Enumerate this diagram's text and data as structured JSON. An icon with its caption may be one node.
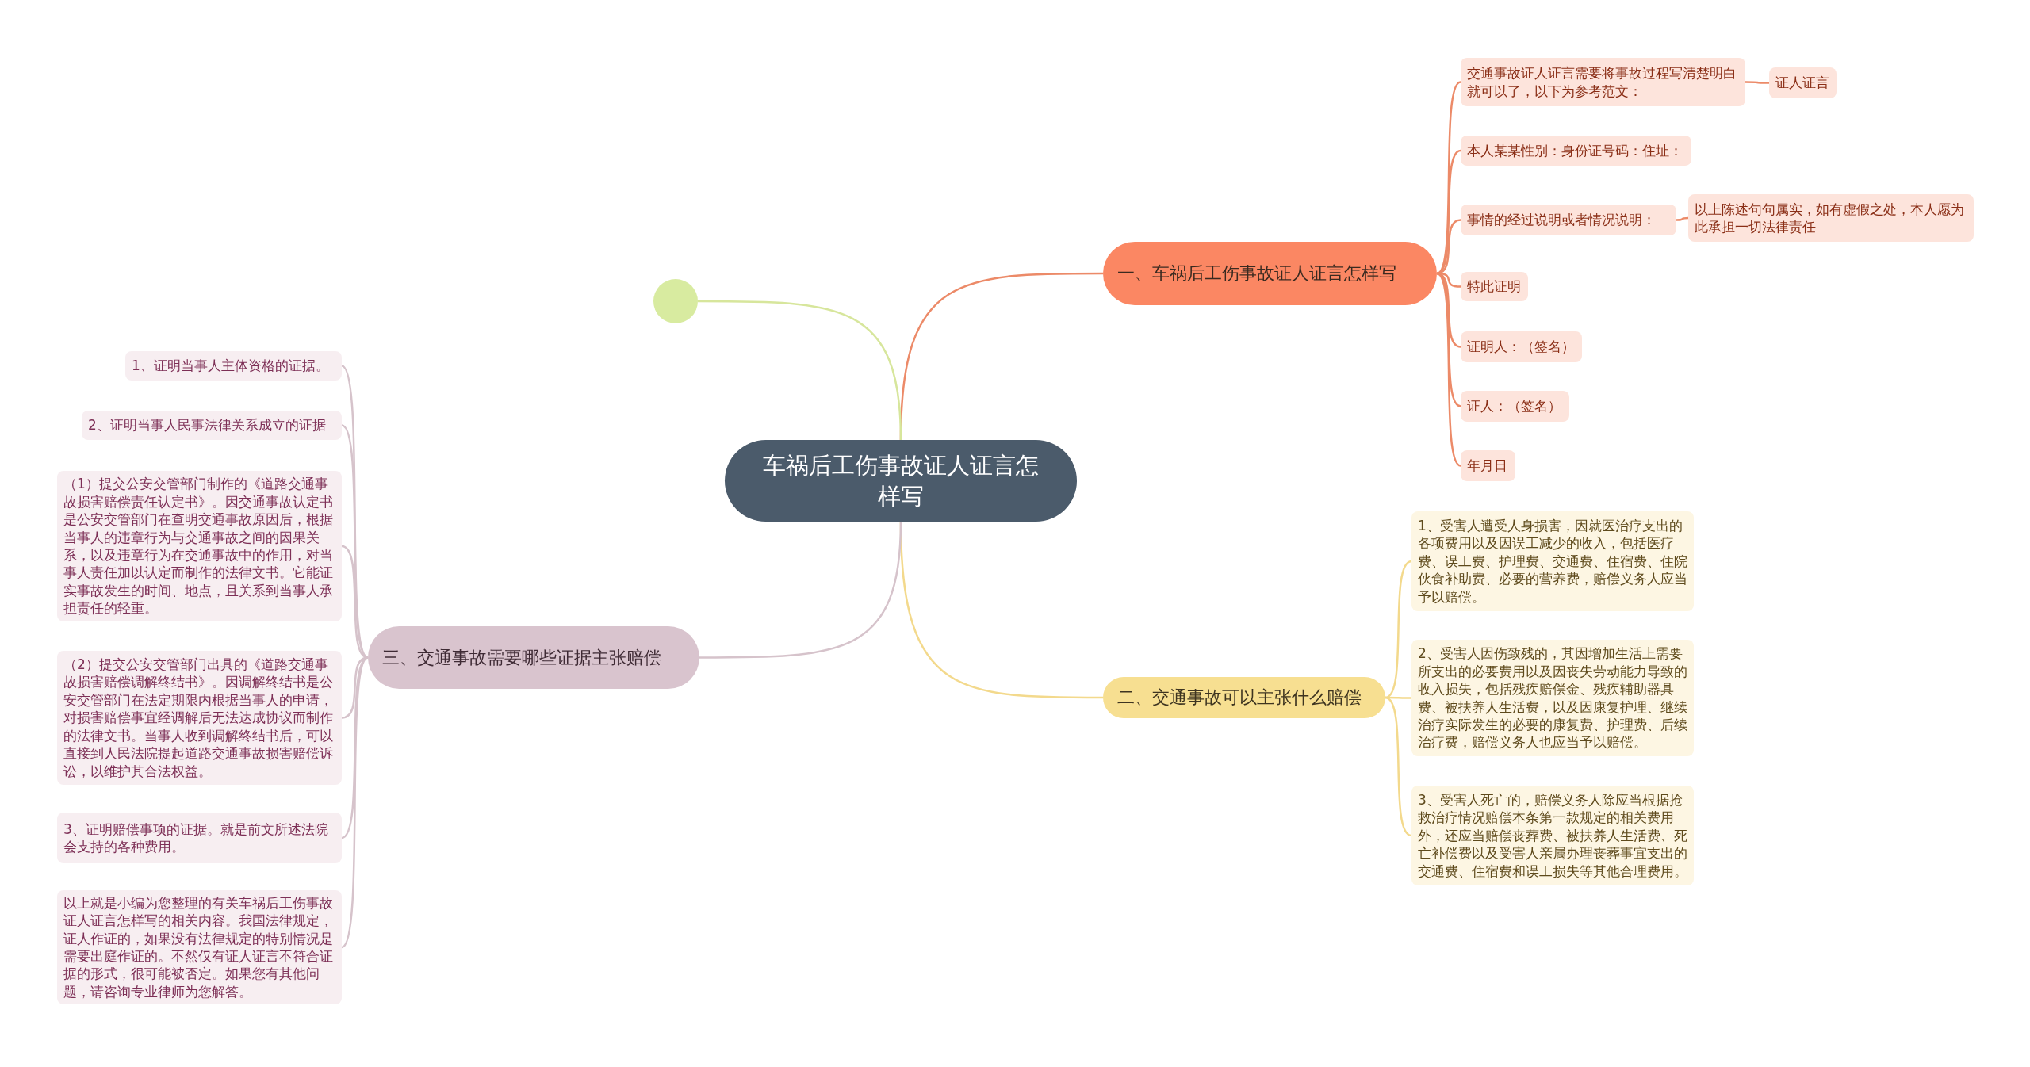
{
  "diagram": {
    "nodes": [
      {
        "text": [
          "车祸后工伤事故证人证言怎样写"
        ]
      },
      {
        "text": [
          "一、车祸后工伤事故证人证言怎样写"
        ]
      },
      {
        "text": [
          "交通事故证人证言需要将事故过程写清楚明白就可以了，以下为参考范文："
        ]
      },
      {
        "text": [
          "证人证言"
        ]
      },
      {
        "text": [
          "本人某某性别：身份证号码：住址："
        ]
      },
      {
        "text": [
          "事情的经过说明或者情况说明："
        ]
      },
      {
        "text": [
          "以上陈述句句属实，如有虚假之处，本人愿为此承担一切法律责任"
        ]
      },
      {
        "text": [
          "特此证明"
        ]
      },
      {
        "text": [
          "证明人：（签名）"
        ]
      },
      {
        "text": [
          "证人：（签名）"
        ]
      },
      {
        "text": [
          "年月日"
        ]
      },
      {
        "text": [
          "二、交通事故可以主张什么赔偿"
        ]
      },
      {
        "text": [
          "1、受害人遭受人身损害，因就医治疗支出的各项费用以及因误工减少的收入，包括医疗费、误工费、护理费、交通费、住宿费、住院伙食补助费、必要的营养费，赔偿义务人应当予以赔偿。"
        ]
      },
      {
        "text": [
          "2、受害人因伤致残的，其因增加生活上需要所支出的必要费用以及因丧失劳动能力导致的收入损失，包括残疾赔偿金、残疾辅助器具费、被扶养人生活费，以及因康复护理、继续治疗实际发生的必要的康复费、护理费、后续治疗费，赔偿义务人也应当予以赔偿。"
        ]
      },
      {
        "text": [
          "3、受害人死亡的，赔偿义务人除应当根据抢救治疗情况赔偿本条第一款规定的相关费用外，还应当赔偿丧葬费、被扶养人生活费、死亡补偿费以及受害人亲属办理丧葬事宜支出的交通费、住宿费和误工损失等其他合理费用。"
        ]
      },
      {
        "text": [
          "三、交通事故需要哪些证据主张赔偿"
        ]
      },
      {
        "text": [
          "1、证明当事人主体资格的证据。"
        ]
      },
      {
        "text": [
          "2、证明当事人民事法律关系成立的证据"
        ]
      },
      {
        "text": [
          "（1）提交公安交管部门制作的《道路交通事故损害赔偿责任认定书》。因交通事故认定书是公安交管部门在查明交通事故原因后，根据当事人的违章行为与交通事故之间的因果关系，以及违章行为在交通事故中的作用，对当事人责任加以认定而制作的法律文书。它能证实事故发生的时间、地点，且关系到当事人承担责任的轻重。"
        ]
      },
      {
        "text": [
          "（2）提交公安交管部门出具的《道路交通事故损害赔偿调解终结书》。因调解终结书是公安交管部门在法定期限内根据当事人的申请，对损害赔偿事宜经调解后无法达成协议而制作的法律文书。当事人收到调解终结书后，可以直接到人民法院提起道路交通事故损害赔偿诉讼，以维护其合法权益。"
        ]
      },
      {
        "text": [
          "3、证明赔偿事项的证据。就是前文所述法院会支持的各种费用。"
        ]
      },
      {
        "text": [
          "以上就是小编为您整理的有关车祸后工伤事故证人证言怎样写的相关内容。我国法律规定，证人作证的，如果没有法律规定的特别情况是需要出庭作证的。不然仅有证人证言不符合证据的形式，很可能被否定。如果您有其他问题，请咨询专业律师为您解答。"
        ]
      },
      {
        "text": [],
        "shape": "circle"
      }
    ],
    "edges": [
      {
        "from": 0,
        "to": 1,
        "arrow": "none"
      },
      {
        "from": 1,
        "to": 2,
        "arrow": "none"
      },
      {
        "from": 2,
        "to": 3,
        "arrow": "none"
      },
      {
        "from": 1,
        "to": 4,
        "arrow": "none"
      },
      {
        "from": 1,
        "to": 5,
        "arrow": "none"
      },
      {
        "from": 5,
        "to": 6,
        "arrow": "none"
      },
      {
        "from": 1,
        "to": 7,
        "arrow": "none"
      },
      {
        "from": 1,
        "to": 8,
        "arrow": "none"
      },
      {
        "from": 1,
        "to": 9,
        "arrow": "none"
      },
      {
        "from": 1,
        "to": 10,
        "arrow": "none"
      },
      {
        "from": 0,
        "to": 11,
        "arrow": "none",
        "color": "#f3d98c"
      },
      {
        "from": 11,
        "to": 12,
        "arrow": "none",
        "color": "#f3d98c"
      },
      {
        "from": 11,
        "to": 13,
        "arrow": "none",
        "color": "#f3d98c"
      },
      {
        "from": 11,
        "to": 14,
        "arrow": "none",
        "color": "#f3d98c"
      },
      {
        "from": 0,
        "to": 15,
        "arrow": "none",
        "color": "#d6c3cb"
      },
      {
        "from": 15,
        "to": 16,
        "arrow": "none",
        "color": "#d6c3cb"
      },
      {
        "from": 15,
        "to": 17,
        "arrow": "none",
        "color": "#d6c3cb"
      },
      {
        "from": 15,
        "to": 18,
        "arrow": "none",
        "color": "#d6c3cb"
      },
      {
        "from": 15,
        "to": 19,
        "arrow": "none",
        "color": "#d6c3cb"
      },
      {
        "from": 15,
        "to": 20,
        "arrow": "none",
        "color": "#d6c3cb"
      },
      {
        "from": 15,
        "to": 21,
        "arrow": "none",
        "color": "#d6c3cb"
      },
      {
        "from": 0,
        "to": 22,
        "arrow": "none",
        "color": "#d7e69c"
      }
    ]
  }
}
